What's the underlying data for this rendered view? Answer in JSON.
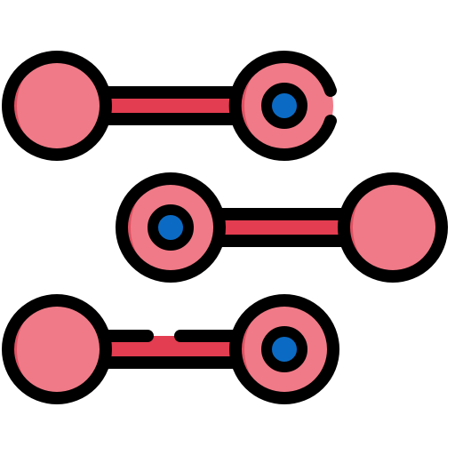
{
  "icon": {
    "name": "molecules-icon",
    "colors": {
      "outline": "#000000",
      "node_fill": "#f07a87",
      "node_shade": "#e05263",
      "bond_fill": "#e23d50",
      "dot": "#0b6bc4",
      "background": "#ffffff"
    },
    "rows": [
      {
        "name": "molecule-top",
        "center_dot_on": "right"
      },
      {
        "name": "molecule-middle",
        "center_dot_on": "left"
      },
      {
        "name": "molecule-bottom",
        "center_dot_on": "right"
      }
    ]
  }
}
